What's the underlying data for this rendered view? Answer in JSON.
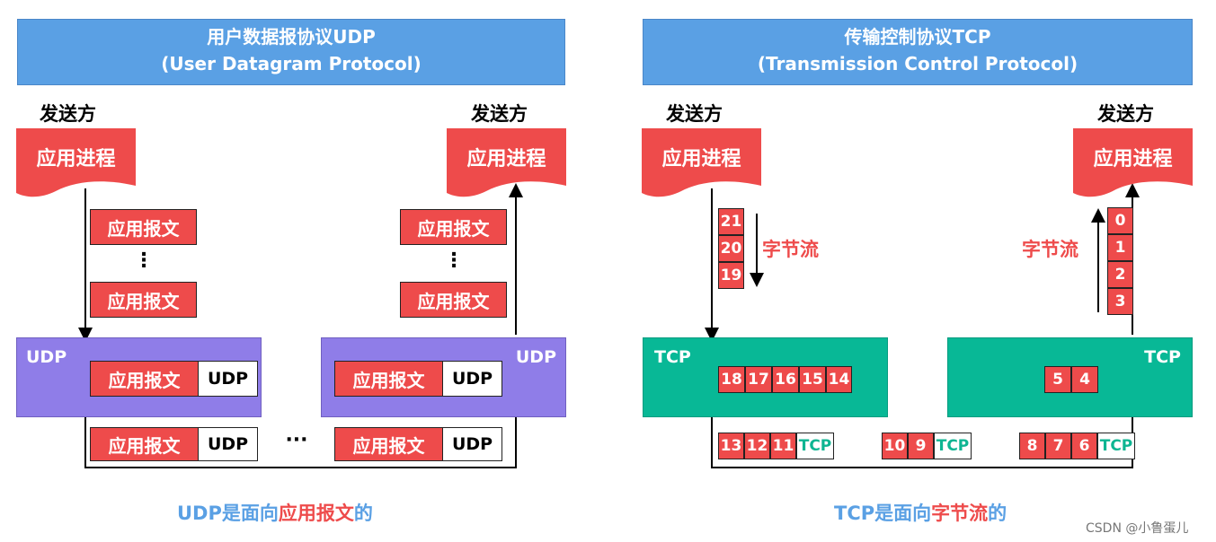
{
  "udp": {
    "title": "用户数据报协议UDP",
    "subtitle": "(User Datagram Protocol)",
    "sender_left": "发送方",
    "sender_right": "发送方",
    "process_left": "应用进程",
    "process_right": "应用进程",
    "msg": "应用报文",
    "vdots": "⋮",
    "hdots": "···",
    "layer_label": "UDP",
    "header_label": "UDP"
  },
  "tcp": {
    "title": "传输控制协议TCP",
    "subtitle": "(Transmission Control Protocol)",
    "sender_left": "发送方",
    "sender_right": "发送方",
    "process_left": "应用进程",
    "process_right": "应用进程",
    "layer_label": "TCP",
    "header_label": "TCP",
    "stream_label": "字节流",
    "left_stream": [
      "21",
      "20",
      "19"
    ],
    "right_stream": [
      "0",
      "1",
      "2",
      "3"
    ],
    "left_buffer": [
      "18",
      "17",
      "16",
      "15",
      "14"
    ],
    "right_buffer": [
      "5",
      "4"
    ],
    "segment1": [
      "13",
      "12",
      "11"
    ],
    "segment2": [
      "10",
      "9"
    ],
    "segment3": [
      "8",
      "7",
      "6"
    ]
  },
  "captions": {
    "udp_part1": "UDP是面向",
    "udp_part2": "应用报文",
    "udp_part3": "的",
    "tcp_part1": "TCP是面向",
    "tcp_part2": "字节流",
    "tcp_part3": "的"
  },
  "watermark": "CSDN @小鲁蛋儿",
  "colors": {
    "header": "#5aa0e4",
    "red": "#ee4b4b",
    "udp_layer": "#8f7de8",
    "tcp_layer": "#08b896"
  }
}
